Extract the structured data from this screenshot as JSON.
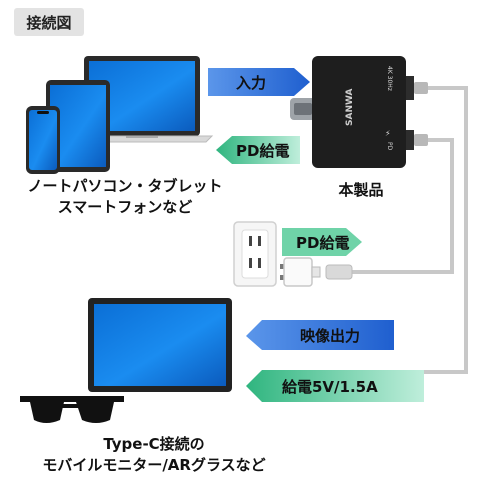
{
  "title": "接続図",
  "hub": {
    "label": "本製品",
    "brand": "SANWA",
    "port_hdmi": "4K 30Hz",
    "port_pd": "PD"
  },
  "devices": {
    "pc_line1": "ノートパソコン・タブレット",
    "pc_line2": "スマートフォンなど",
    "display_line1": "Type-C接続の",
    "display_line2": "モバイルモニター/ARグラスなど"
  },
  "arrows": {
    "input": "入力",
    "pd_to_pc": "PD給電",
    "pd_from_outlet": "PD給電",
    "video_out": "映像出力",
    "power_out": "給電5V/1.5A"
  },
  "colors": {
    "blue_arrow": "#2f6fd8",
    "green_arrow": "#3fbf8a",
    "cable": "#c8c8c8",
    "hub_body": "#1e1e1e"
  }
}
